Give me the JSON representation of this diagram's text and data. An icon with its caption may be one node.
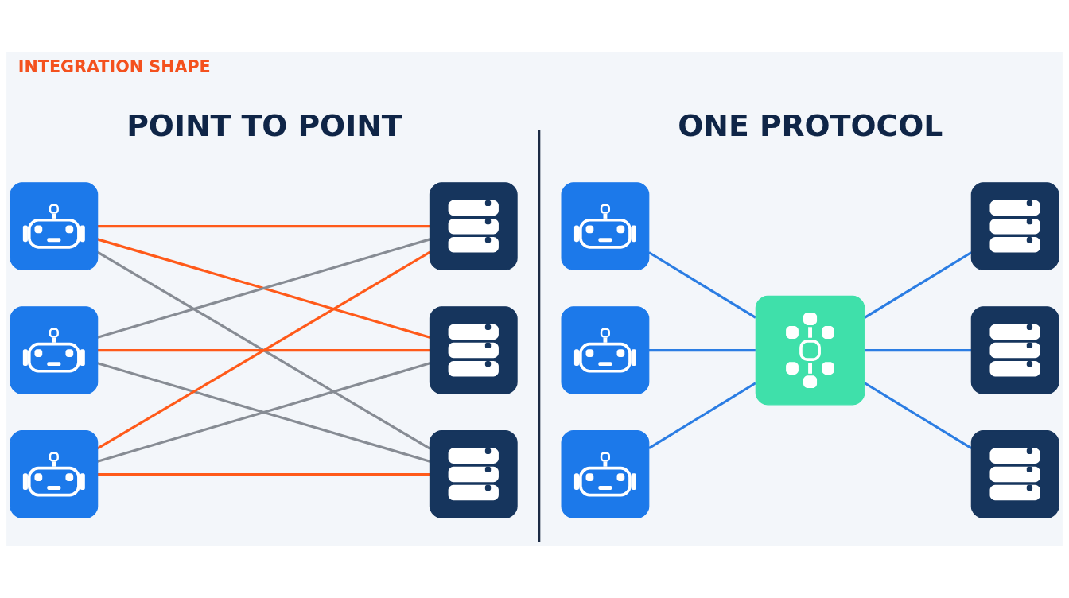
{
  "diagram": {
    "title": "INTEGRATION SHAPE",
    "nodes": [
      {
        "text": [],
        "shape": "box"
      },
      {
        "text": [],
        "shape": "box"
      },
      {
        "text": [],
        "shape": "box"
      },
      {
        "text": [],
        "shape": "box"
      },
      {
        "text": [],
        "shape": "box"
      },
      {
        "text": [],
        "shape": "box"
      },
      {
        "text": [],
        "shape": "box"
      },
      {
        "text": [],
        "shape": "box"
      },
      {
        "text": [],
        "shape": "box"
      },
      {
        "text": [],
        "shape": "box"
      },
      {
        "text": [],
        "shape": "box"
      },
      {
        "text": [],
        "shape": "box"
      },
      {
        "text": [],
        "shape": "box"
      }
    ],
    "edges": [
      {
        "from": 0,
        "to": 3,
        "arrow": "none",
        "color": "#ff5a1a"
      },
      {
        "from": 0,
        "to": 4,
        "arrow": "none",
        "color": "#ff5a1a"
      },
      {
        "from": 0,
        "to": 5,
        "arrow": "none",
        "color": "#878c94"
      },
      {
        "from": 1,
        "to": 3,
        "arrow": "none",
        "color": "#878c94"
      },
      {
        "from": 1,
        "to": 4,
        "arrow": "none",
        "color": "#ff5a1a"
      },
      {
        "from": 1,
        "to": 5,
        "arrow": "none",
        "color": "#878c94"
      },
      {
        "from": 2,
        "to": 3,
        "arrow": "none",
        "color": "#ff5a1a"
      },
      {
        "from": 2,
        "to": 4,
        "arrow": "none",
        "color": "#878c94"
      },
      {
        "from": 2,
        "to": 5,
        "arrow": "none",
        "color": "#ff5a1a"
      },
      {
        "from": 6,
        "to": 9,
        "arrow": "none"
      },
      {
        "from": 7,
        "to": 9,
        "arrow": "none"
      },
      {
        "from": 8,
        "to": 9,
        "arrow": "none"
      },
      {
        "from": 9,
        "to": 10,
        "arrow": "none"
      },
      {
        "from": 9,
        "to": 11,
        "arrow": "none"
      },
      {
        "from": 9,
        "to": 12,
        "arrow": "none"
      }
    ],
    "labels": [
      "POINT TO POINT",
      "ONE PROTOCOL"
    ]
  }
}
